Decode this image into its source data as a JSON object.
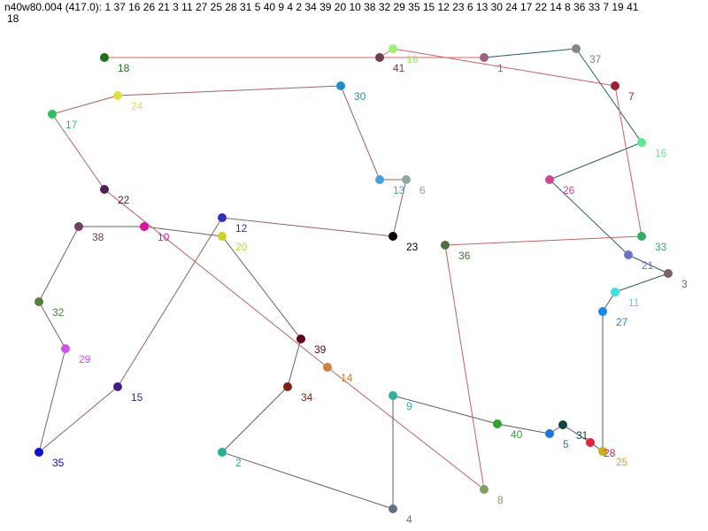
{
  "title": {
    "instance": "n40w80.004",
    "cost": "(417.0):",
    "tour_line1": "1 37 16 26 21 3 11 27 25 28 31 5 40 9 4 2 34 39 20 10 38 32 29 35 15 12 23 6 13 30 24 17 22 14 8 36 33 7 19 41",
    "tour_line2": "18"
  },
  "tour": [
    1,
    37,
    16,
    26,
    21,
    3,
    11,
    27,
    25,
    28,
    31,
    5,
    40,
    9,
    4,
    2,
    34,
    39,
    20,
    10,
    38,
    32,
    29,
    35,
    15,
    12,
    23,
    6,
    13,
    30,
    24,
    17,
    22,
    14,
    8,
    36,
    33,
    7,
    19,
    41,
    18
  ],
  "edge_color_start": "#1f5f5f",
  "edge_color_end": "#e06060",
  "node_colors": {
    "1": "#a06080",
    "37": "#808888",
    "16": "#60e890",
    "26": "#d04890",
    "21": "#7070c8",
    "3": "#806068",
    "11": "#40e0e0",
    "27": "#1888e8",
    "25": "#c8b020",
    "28": "#e82040",
    "31": "#104840",
    "5": "#1878e0",
    "40": "#30a030",
    "9": "#30b0a0",
    "4": "#607088",
    "2": "#20b098",
    "34": "#802010",
    "39": "#600020",
    "20": "#d0d020",
    "10": "#e010a0",
    "38": "#704060",
    "32": "#508040",
    "29": "#d050f0",
    "35": "#1010d0",
    "15": "#402090",
    "12": "#3030c0",
    "23": "#000000",
    "6": "#90a8a0",
    "13": "#40a0e0",
    "30": "#2090c8",
    "24": "#e0e040",
    "17": "#30c060",
    "22": "#502050",
    "14": "#d08040",
    "8": "#80a060",
    "36": "#507040",
    "33": "#30b060",
    "7": "#a02030",
    "19": "#a0f070",
    "41": "#704048",
    "18": "#207020"
  }
}
